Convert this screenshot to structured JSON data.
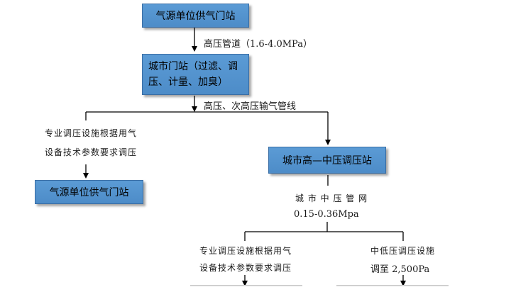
{
  "diagram": {
    "top_box": "气源单位供气门站",
    "high_pressure_pipe": "高压管道（1.6-4.0MPa）",
    "city_gate_station": {
      "line1": "城市门站（过滤、调",
      "line2": "压、计量、加臭）"
    },
    "transmission_line": "高压、次高压输气管线",
    "left_branch": {
      "note_line1": "专业调压设施根据用气",
      "note_line2": "设备技术参数要求调压",
      "box": "气源单位供气门站"
    },
    "regulator_station": "城市高—中压调压站",
    "medium_network": {
      "line1": "城 市 中 压 管 网",
      "line2": "0.15-0.36Mpa"
    },
    "bottom_left_note": {
      "line1": "专业调压设施根据用气",
      "line2": "设备技术参数要求调压"
    },
    "bottom_right_note": {
      "line1": "中低压调压设施",
      "line2": "调至 2,500Pa"
    }
  }
}
